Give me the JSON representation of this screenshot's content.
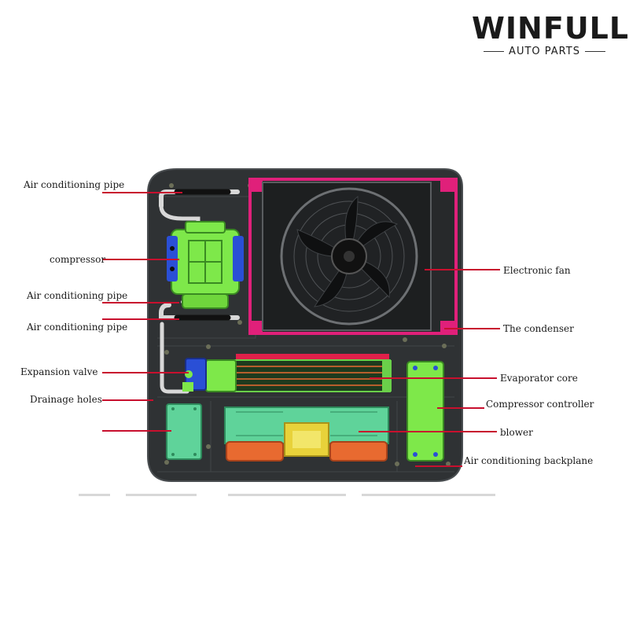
{
  "brand": {
    "name": "WINFULL",
    "subtitle": "AUTO PARTS"
  },
  "labels": {
    "air_pipe_top": "Air conditioning pipe",
    "compressor": "compressor",
    "air_pipe_mid1": "Air conditioning pipe",
    "air_pipe_mid2": "Air conditioning pipe",
    "expansion_valve": "Expansion valve",
    "drainage_holes": "Drainage holes",
    "electronic_fan": "Electronic fan",
    "condenser": "The condenser",
    "evaporator_core": "Evaporator core",
    "compressor_controller": "Compressor controller",
    "blower": "blower",
    "backplane": "Air conditioning backplane"
  },
  "colors": {
    "leader": "#c8102e",
    "panel": "#2f3234",
    "compressor": "#7ee84a",
    "condenser_frame": "#e0207a",
    "module": "#5fd39a",
    "blower_housing": "#e86a30",
    "accent_blue": "#2a4fd6"
  }
}
